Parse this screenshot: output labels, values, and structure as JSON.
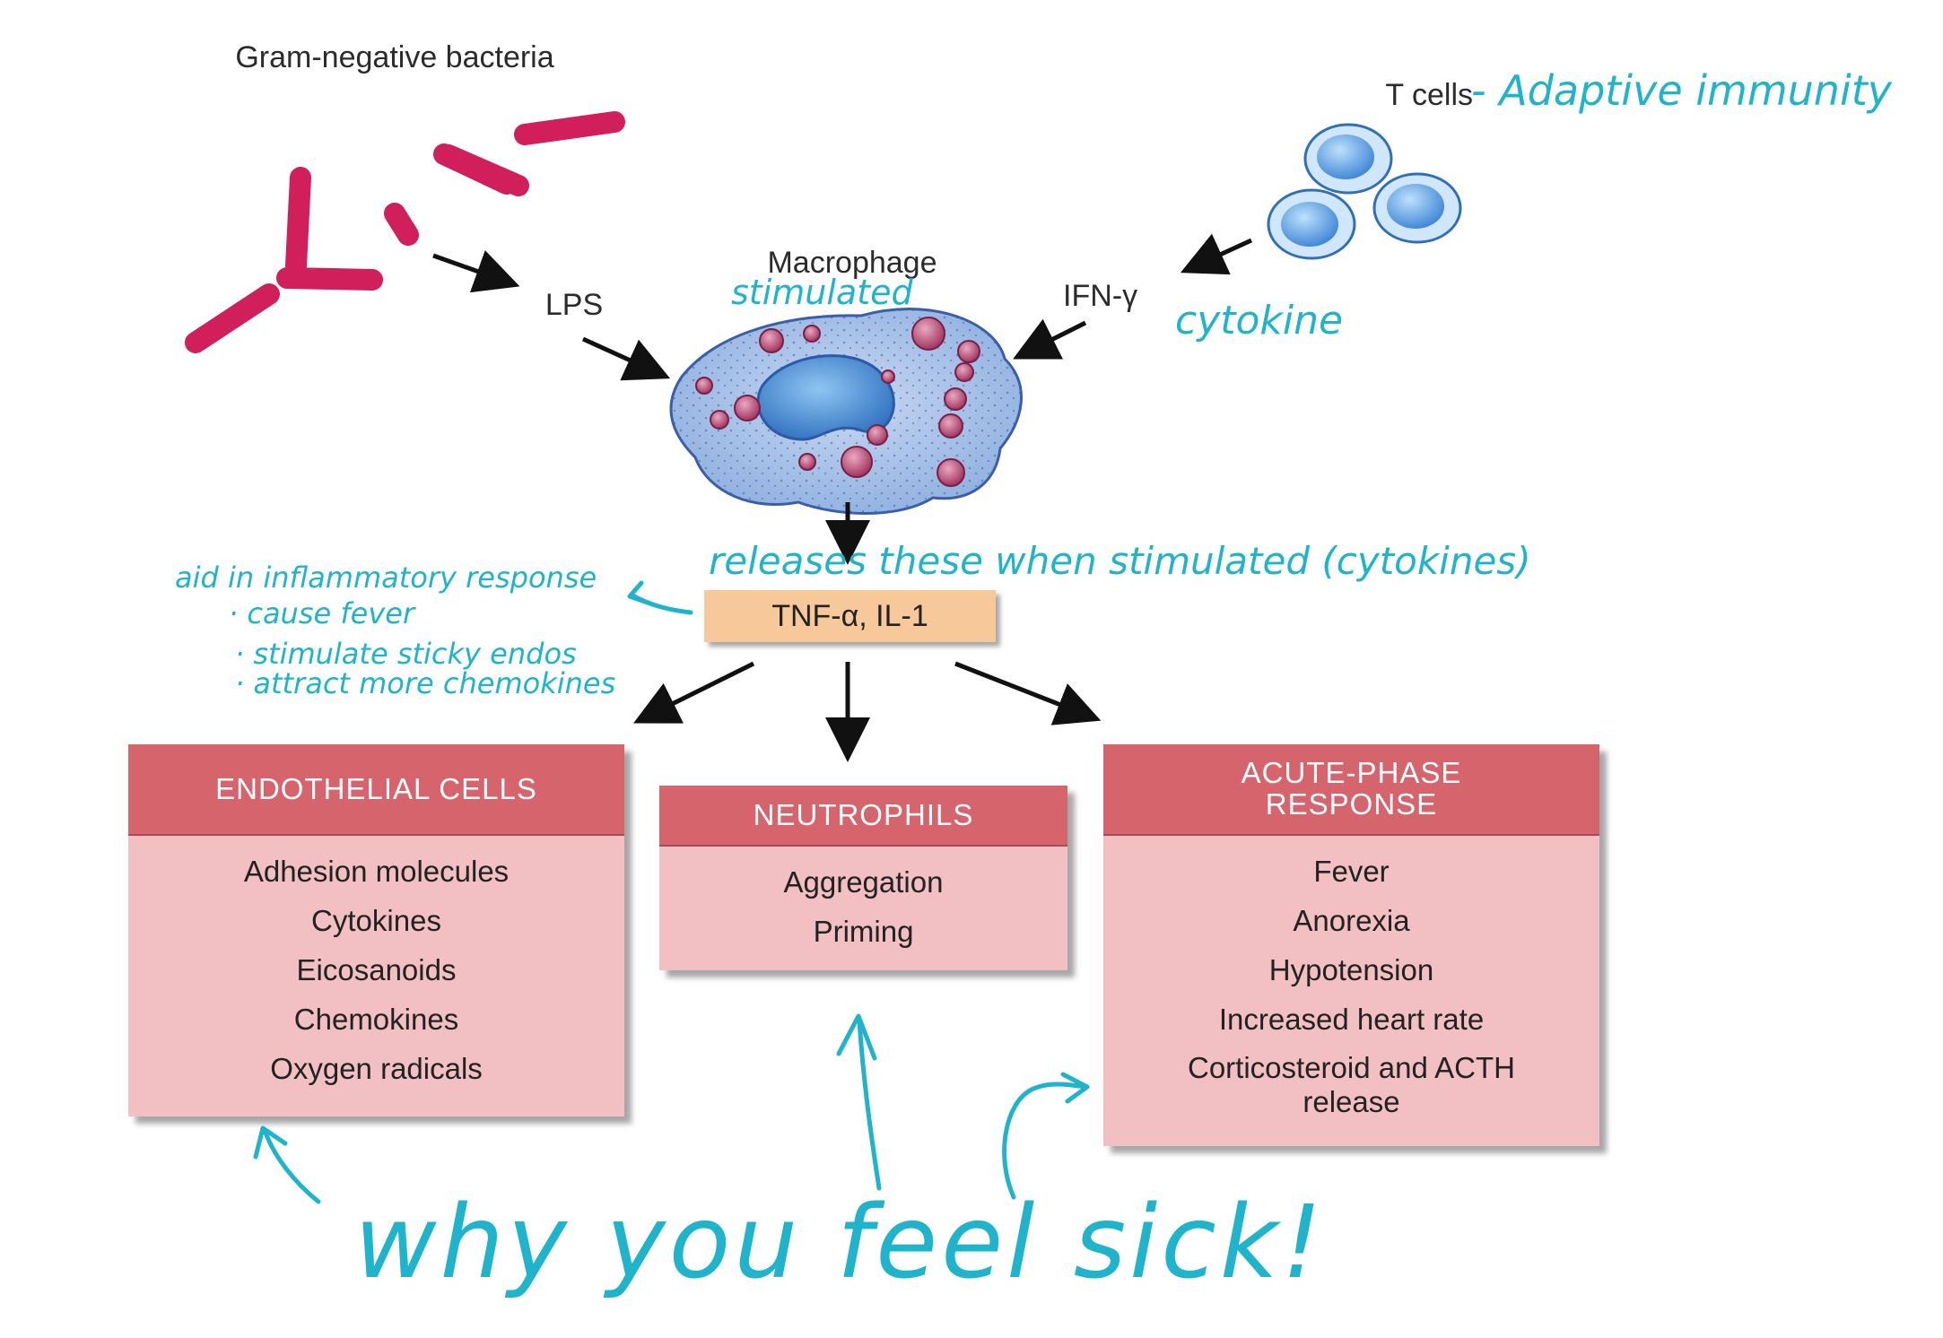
{
  "labels": {
    "bacteria": "Gram-negative bacteria",
    "lps": "LPS",
    "macrophage": "Macrophage",
    "t_cells": "T cells",
    "ifn": "IFN-γ",
    "tnf": "TNF-α, IL-1"
  },
  "boxes": {
    "endothelial": {
      "title": "ENDOTHELIAL CELLS",
      "items": [
        "Adhesion molecules",
        "Cytokines",
        "Eicosanoids",
        "Chemokines",
        "Oxygen radicals"
      ]
    },
    "neutrophils": {
      "title": "NEUTROPHILS",
      "items": [
        "Aggregation",
        "Priming"
      ]
    },
    "acute_phase": {
      "title": "ACUTE-PHASE RESPONSE",
      "items": [
        "Fever",
        "Anorexia",
        "Hypotension",
        "Increased heart rate",
        "Corticosteroid and ACTH release"
      ]
    }
  },
  "annotations": {
    "adaptive": "- Adaptive immunity",
    "stimulated": "stimulated",
    "cytokine": "cytokine",
    "releases": "releases these when stimulated (cytokines)",
    "aid": "aid in inflammatory response",
    "bullet1": "· cause fever",
    "bullet2": "· stimulate sticky endos",
    "bullet3": "· attract more chemokines",
    "sick": "why you feel sick!"
  },
  "colors": {
    "bacteria": "#d01f5b",
    "header": "#d6646d",
    "box_body": "#f2c0c2",
    "tnf_box": "#f7c99a",
    "handwriting": "#1fb3cc",
    "cell_blue": "#3a7fd0"
  }
}
